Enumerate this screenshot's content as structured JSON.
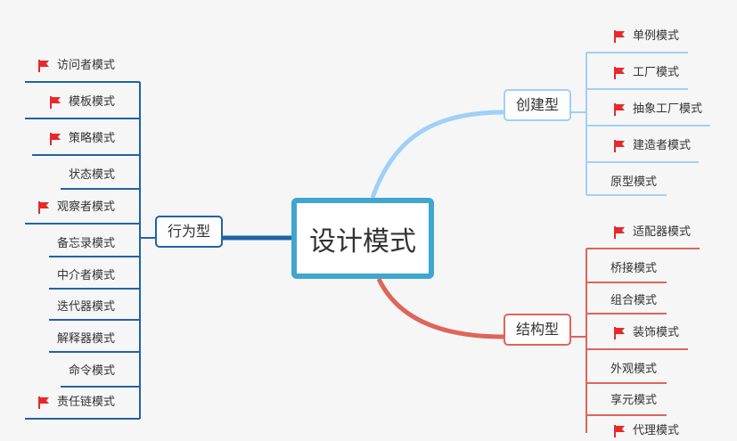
{
  "root": {
    "label": "设计模式"
  },
  "branches": {
    "behavioral": {
      "label": "行为型",
      "color": "#1f63a7",
      "items": [
        {
          "label": "访问者模式",
          "flag": true
        },
        {
          "label": "模板模式",
          "flag": true
        },
        {
          "label": "策略模式",
          "flag": true
        },
        {
          "label": "状态模式",
          "flag": false
        },
        {
          "label": "观察者模式",
          "flag": true
        },
        {
          "label": "备忘录模式",
          "flag": false
        },
        {
          "label": "中介者模式",
          "flag": false
        },
        {
          "label": "迭代器模式",
          "flag": false
        },
        {
          "label": "解释器模式",
          "flag": false
        },
        {
          "label": "命令模式",
          "flag": false
        },
        {
          "label": "责任链模式",
          "flag": true
        }
      ]
    },
    "creational": {
      "label": "创建型",
      "color": "#9fd0f7",
      "items": [
        {
          "label": "单例模式",
          "flag": true
        },
        {
          "label": "工厂模式",
          "flag": true
        },
        {
          "label": "抽象工厂模式",
          "flag": true
        },
        {
          "label": "建造者模式",
          "flag": true
        },
        {
          "label": "原型模式",
          "flag": false
        }
      ]
    },
    "structural": {
      "label": "结构型",
      "color": "#e0645a",
      "items": [
        {
          "label": "适配器模式",
          "flag": true
        },
        {
          "label": "桥接模式",
          "flag": false
        },
        {
          "label": "组合模式",
          "flag": false
        },
        {
          "label": "装饰模式",
          "flag": true
        },
        {
          "label": "外观模式",
          "flag": false
        },
        {
          "label": "享元模式",
          "flag": false
        },
        {
          "label": "代理模式",
          "flag": true
        }
      ]
    }
  },
  "colors": {
    "flag": "#e8282b",
    "root_border": "#3ea6cf"
  }
}
